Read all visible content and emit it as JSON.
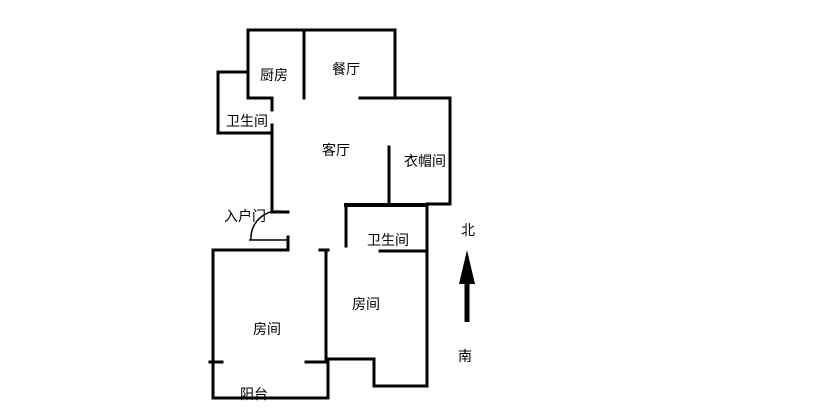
{
  "rooms": {
    "kitchen": "厨房",
    "dining": "餐厅",
    "bath1": "卫生间",
    "living": "客厅",
    "cloakroom": "衣帽间",
    "entrance": "入户门",
    "bath2": "卫生间",
    "bedroom_right": "房间",
    "bedroom_left": "房间",
    "balcony": "阳台"
  },
  "compass": {
    "north": "北",
    "south": "南"
  }
}
